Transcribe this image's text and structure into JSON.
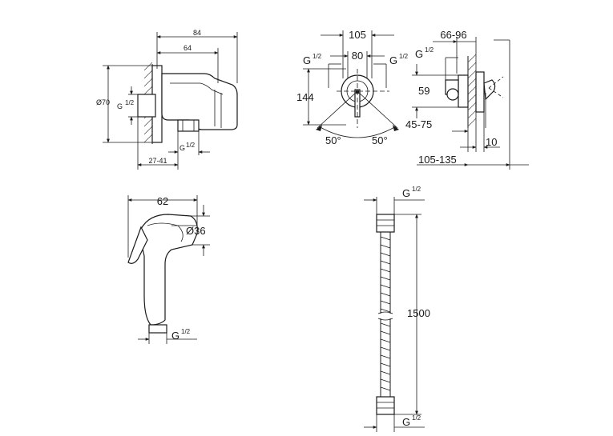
{
  "colors": {
    "line": "#1a1a1a",
    "background": "#ffffff"
  },
  "holder": {
    "d84": "84",
    "d64": "64",
    "d70": "Ø70",
    "g": "G",
    "half": "1/2",
    "g_bottom": "G",
    "half_bottom": "1/2",
    "d2741": "27-41"
  },
  "valve": {
    "d105": "105",
    "d80": "80",
    "g_left": "G",
    "half_left": "1/2",
    "g_right": "G",
    "half_right": "1/2",
    "d144": "144",
    "a_left": "50°",
    "a_right": "50°"
  },
  "valve_side": {
    "d6696": "66-96",
    "g": "G",
    "half": "1/2",
    "d59": "59",
    "d4575": "45-75",
    "d10": "10",
    "d105135": "105-135"
  },
  "shower": {
    "d62": "62",
    "d36": "Ø36",
    "g": "G",
    "half": "1/2"
  },
  "hose": {
    "g_top": "G",
    "half_top": "1/2",
    "d1500": "1500",
    "g_bottom": "G",
    "half_bottom": "1/2"
  }
}
